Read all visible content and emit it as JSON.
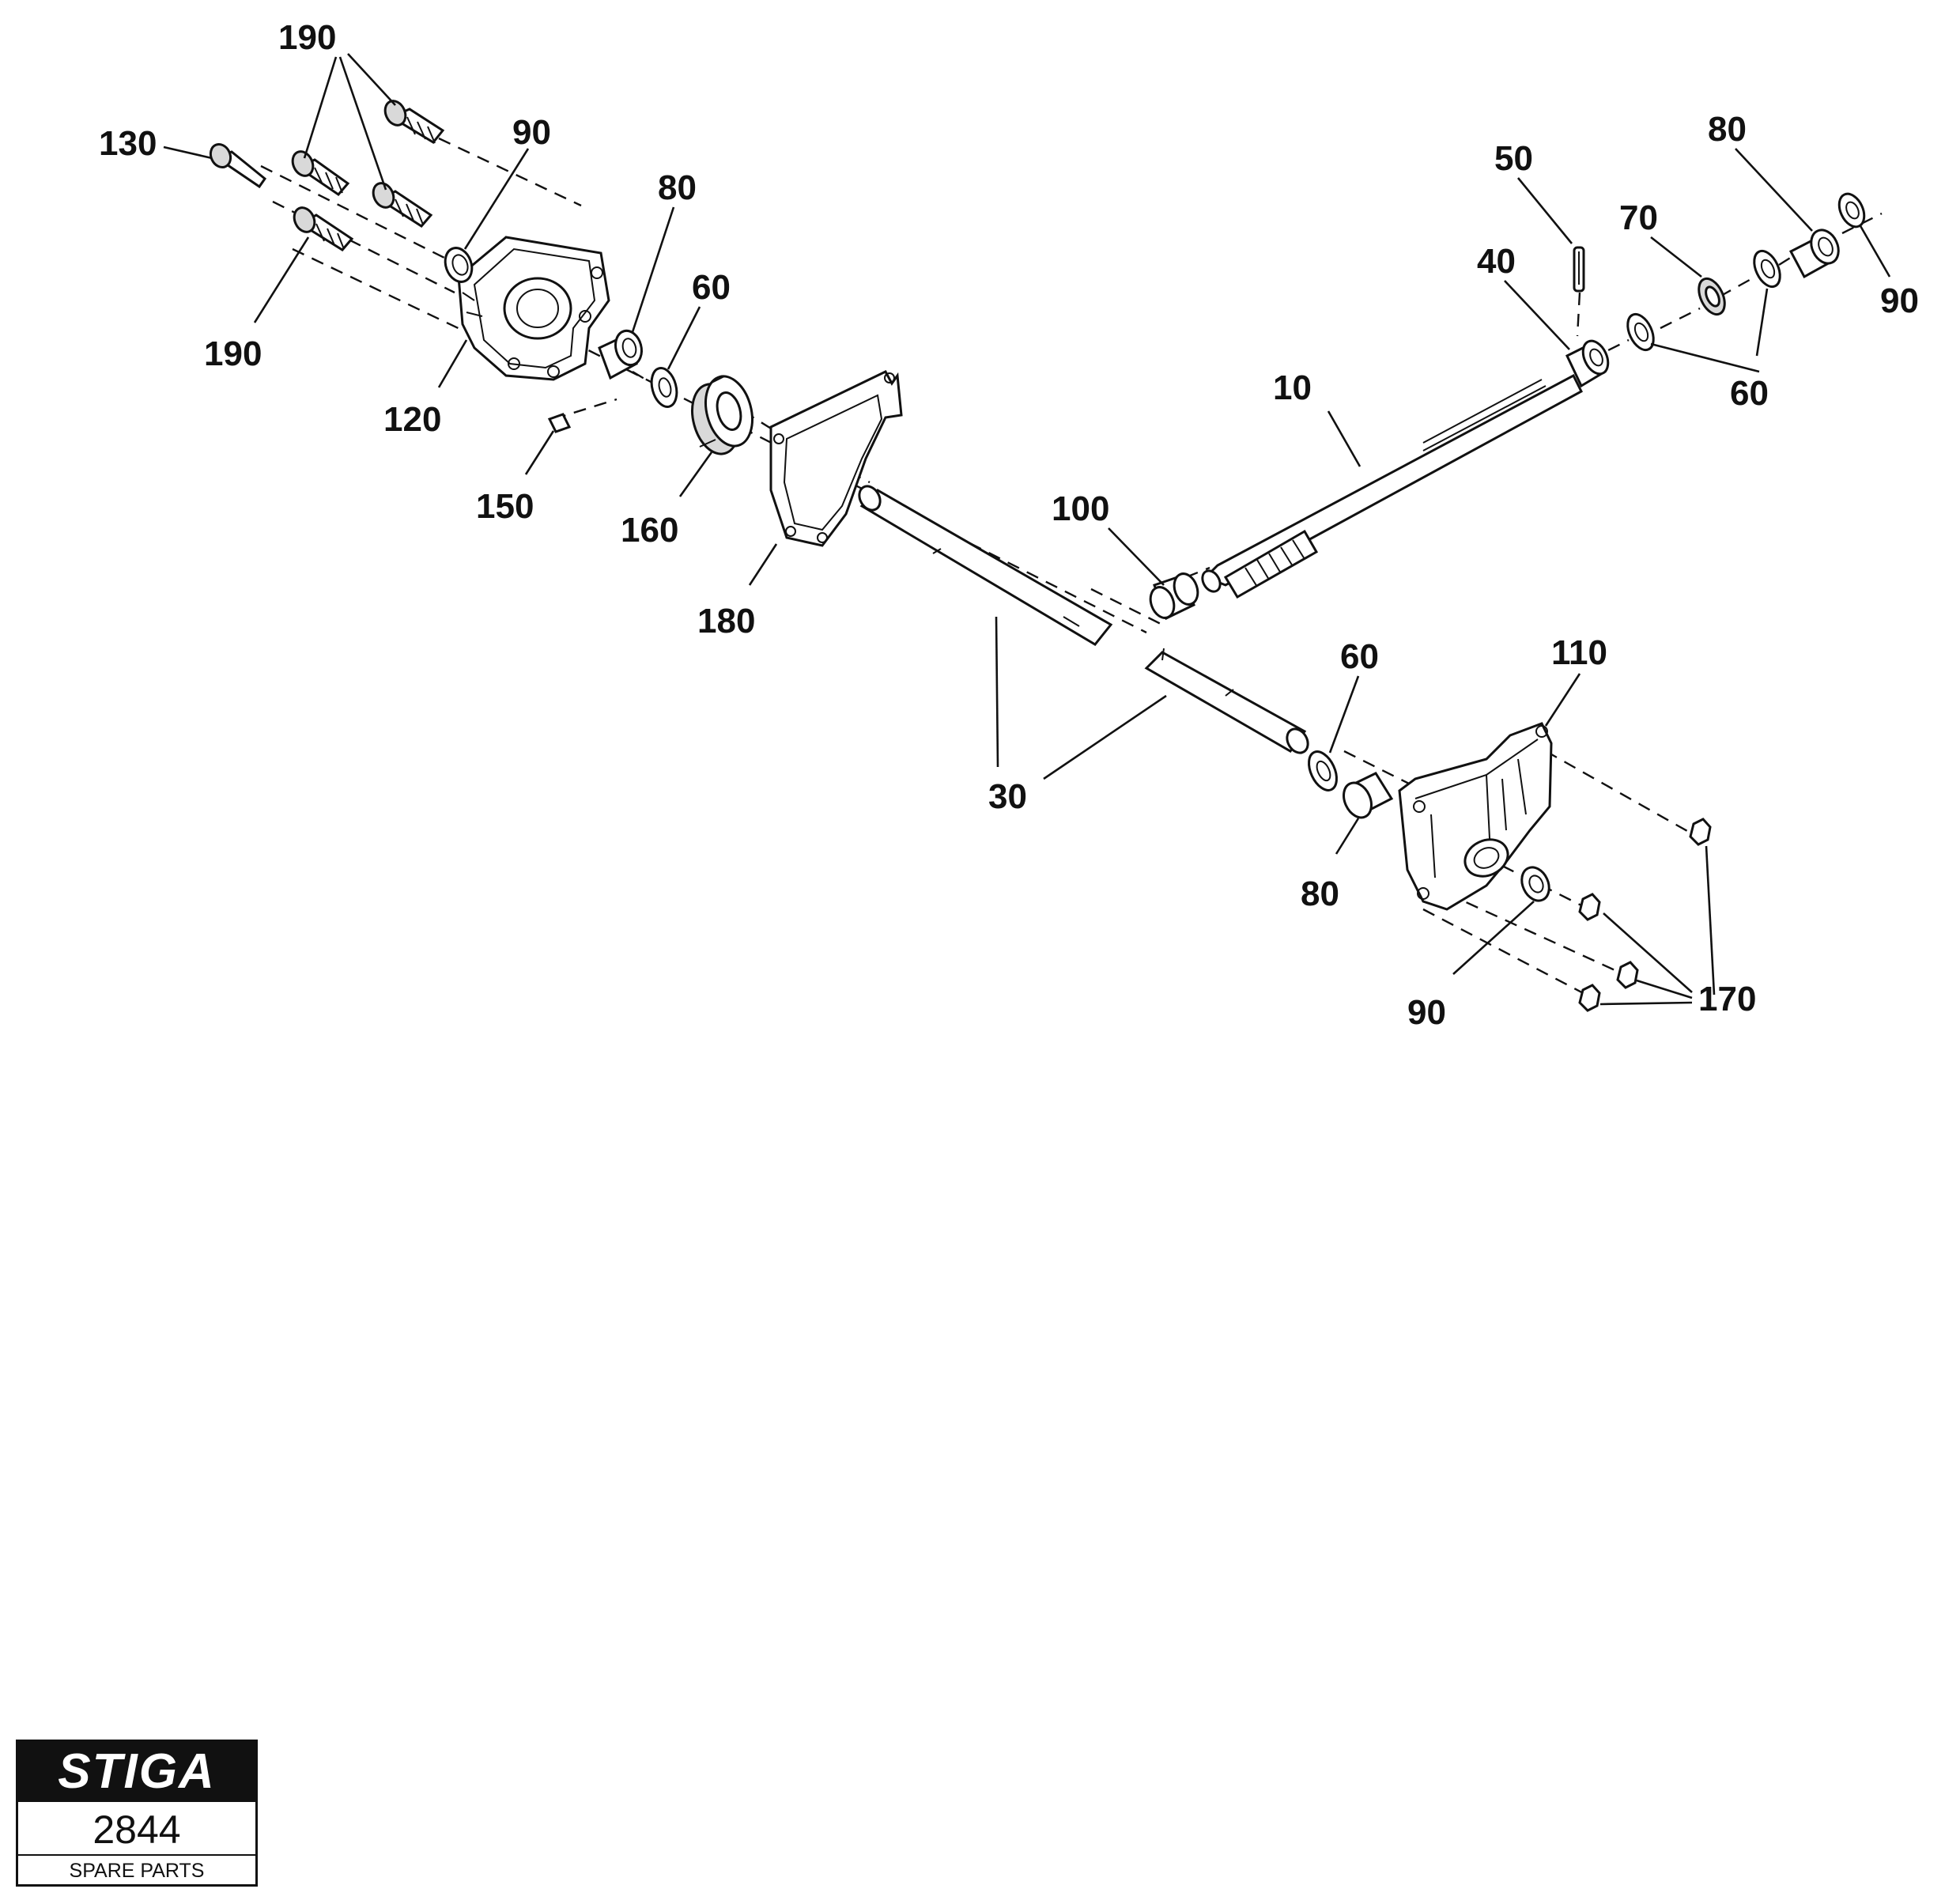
{
  "labels": {
    "p190_top": "190",
    "p130": "130",
    "p90_left": "90",
    "p80_left": "80",
    "p60_left": "60",
    "p190_bottom": "190",
    "p120": "120",
    "p150": "150",
    "p160": "160",
    "p180": "180",
    "p100": "100",
    "p10": "10",
    "p50": "50",
    "p40": "40",
    "p70": "70",
    "p80_right": "80",
    "p90_right": "90",
    "p60_right": "60",
    "p30": "30",
    "p60_lower": "60",
    "p110": "110",
    "p80_lower": "80",
    "p90_lower": "90",
    "p170": "170"
  },
  "logo": {
    "brand": "STIGA",
    "number": "2844",
    "subtitle": "SPARE PARTS"
  }
}
